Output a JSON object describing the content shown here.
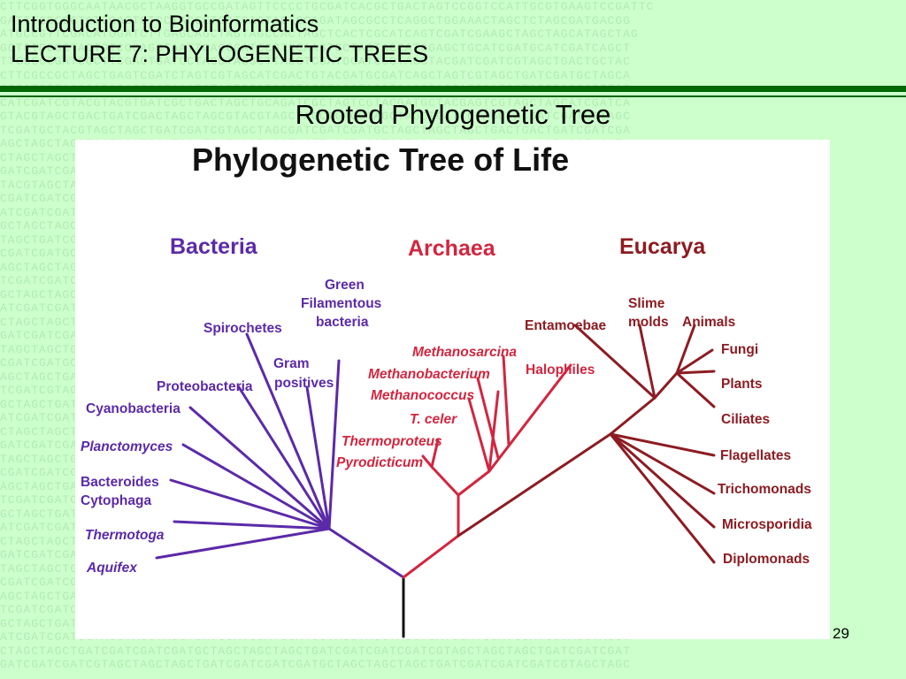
{
  "header": {
    "line1": "Introduction to Bioinformatics",
    "line2": "LECTURE 7: PHYLOGENETIC TREES"
  },
  "slide_title": "Rooted Phylogenetic Tree",
  "figure": {
    "title": "Phylogenetic Tree of Life",
    "domains": {
      "bacteria": "Bacteria",
      "archaea": "Archaea",
      "eucarya": "Eucarya"
    },
    "bacteria_labels": {
      "green_line1": "Green",
      "green_line2": "Filamentous",
      "green_line3": "bacteria",
      "spirochetes": "Spirochetes",
      "gram_line1": "Gram",
      "gram_line2": "positives",
      "proteobacteria": "Proteobacteria",
      "cyanobacteria": "Cyanobacteria",
      "planctomyces": "Planctomyces",
      "bacteroides": "Bacteroides",
      "cytophaga": "Cytophaga",
      "thermotoga": "Thermotoga",
      "aquifex": "Aquifex"
    },
    "archaea_labels": {
      "methanosarcina": "Methanosarcina",
      "methanobacterium": "Methanobacterium",
      "halophiles": "Halophiles",
      "methanococcus": "Methanococcus",
      "t_celer": "T. celer",
      "thermoproteus": "Thermoproteus",
      "pyrodicticum": "Pyrodicticum"
    },
    "eucarya_labels": {
      "entamoebae": "Entamoebae",
      "slime_line1": "Slime",
      "slime_line2": "molds",
      "animals": "Animals",
      "fungi": "Fungi",
      "plants": "Plants",
      "ciliates": "Ciliates",
      "flagellates": "Flagellates",
      "trichomonads": "Trichomonads",
      "microsporidia": "Microsporidia",
      "diplomonads": "Diplomonads"
    },
    "colors": {
      "bacteria": "#5b2aa8",
      "archaea": "#d1263f",
      "eucarya": "#8c1c22",
      "root": "#111111"
    }
  },
  "slide_number": "29"
}
